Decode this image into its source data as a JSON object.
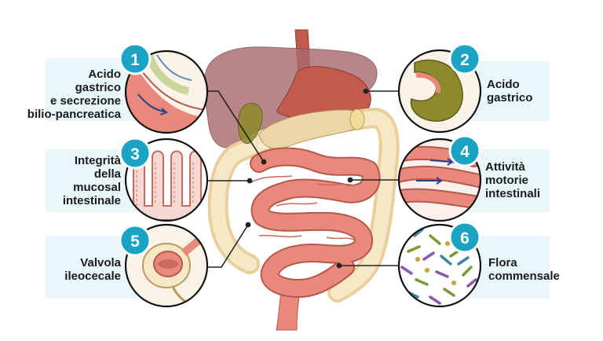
{
  "callouts": [
    {
      "number": "1",
      "lines": [
        "Acido",
        "gastrico",
        "e secrezione",
        "bilio-pancreatica"
      ]
    },
    {
      "number": "2",
      "lines": [
        "Acido",
        "gastrico"
      ]
    },
    {
      "number": "3",
      "lines": [
        "Integrità",
        "della",
        "mucosal",
        "intestinale"
      ]
    },
    {
      "number": "4",
      "lines": [
        "Attività",
        "motorie",
        "intestinali"
      ]
    },
    {
      "number": "5",
      "lines": [
        "Valvola",
        "ileocecale"
      ]
    },
    {
      "number": "6",
      "lines": [
        "Flora",
        "commensale"
      ]
    }
  ],
  "colors": {
    "badge": "#1aa3c2",
    "label_band": "#e9f6fa",
    "liver": "#a96b6f",
    "stomach": "#c25a4e",
    "small_intestine": "#e8897c",
    "colon": "#f4e3bd",
    "gallbladder": "#8d8a2c",
    "pancreas": "#ebd6a6",
    "leader_line": "#222222"
  },
  "icons": [
    "stomach-wall-icon",
    "stomach-icon",
    "villi-icon",
    "intestine-loops-icon",
    "ileocecal-valve-icon",
    "bacteria-icon"
  ]
}
